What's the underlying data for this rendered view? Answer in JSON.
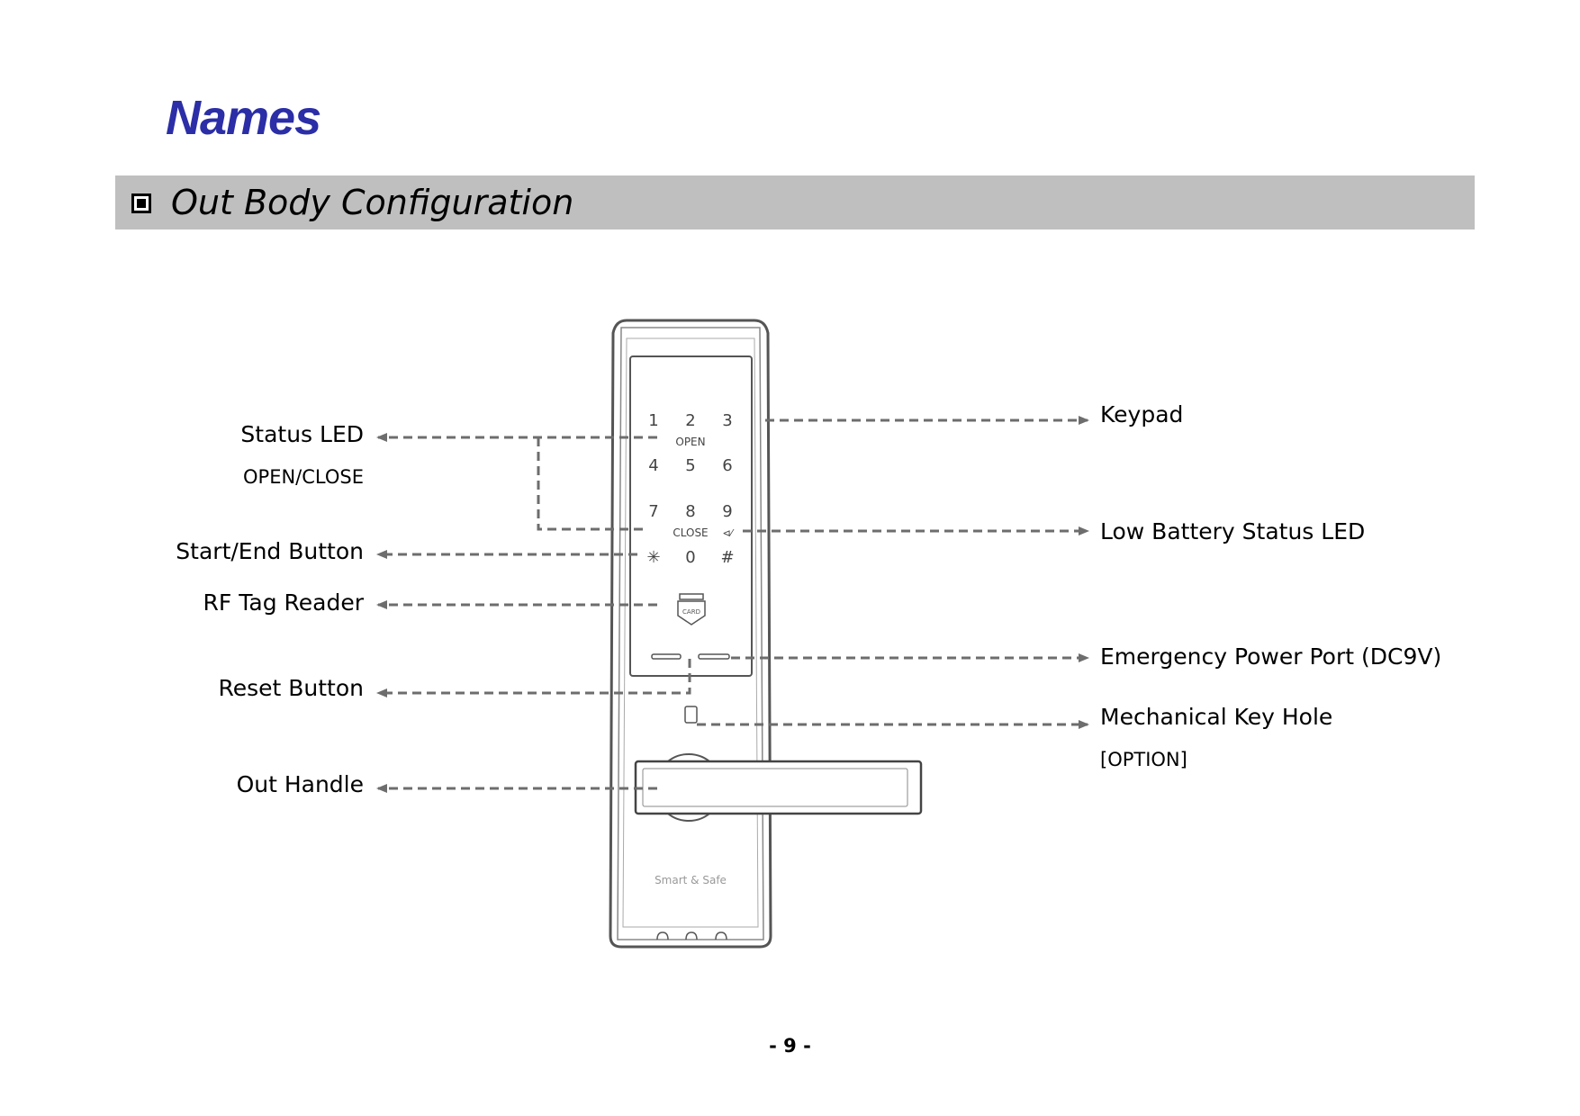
{
  "page": {
    "title": "Names",
    "section_heading": "Out Body Configuration",
    "page_number": "- 9 -"
  },
  "labels_left": {
    "status_led": "Status LED",
    "status_led_sub": "OPEN/CLOSE",
    "start_end_button": "Start/End Button",
    "rf_tag_reader": "RF Tag Reader",
    "reset_button": "Reset Button",
    "out_handle": "Out Handle"
  },
  "labels_right": {
    "keypad": "Keypad",
    "low_battery_led": "Low Battery Status LED",
    "emergency_power_port": "Emergency Power Port (DC9V)",
    "mechanical_key_hole": "Mechanical Key Hole",
    "mechanical_key_hole_sub": "[OPTION]"
  },
  "device": {
    "keys_row1": [
      "1",
      "2",
      "3"
    ],
    "open_text": "OPEN",
    "keys_row2": [
      "4",
      "5",
      "6"
    ],
    "keys_row3": [
      "7",
      "8",
      "9"
    ],
    "close_text": "CLOSE",
    "low_battery_symbol": "⊲⁄",
    "keys_row4": [
      "✳",
      "0",
      "#"
    ],
    "card_text": "CARD",
    "brand_text": "Smart & Safe"
  },
  "colors": {
    "title": "#2b2ea6",
    "bar": "#bfbfbf",
    "leader": "#6d6d6d"
  }
}
